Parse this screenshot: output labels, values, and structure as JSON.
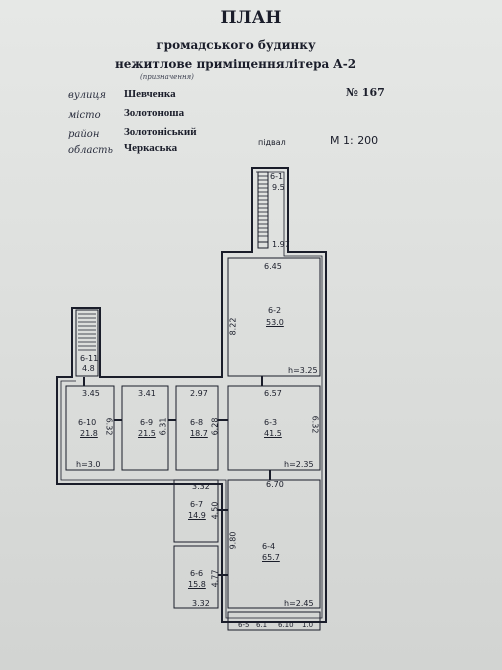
{
  "header": {
    "title": "ПЛАН",
    "subtitle": "громадського будинку",
    "purpose_line": "нежитлове приміщення",
    "purpose_caption": "(призначення)",
    "litera_label": "літера",
    "litera_value": "А-2",
    "number": "№ 167"
  },
  "address": {
    "street_label": "вулиця",
    "street_value": "Шевченка",
    "city_label": "місто",
    "city_value": "Золотоноша",
    "district_label": "район",
    "district_value": "Золотоніський",
    "region_label": "область",
    "region_value": "Черкаська"
  },
  "scale": "М 1: 200",
  "basement_label": "підвал",
  "rooms": [
    {
      "id": "6-1",
      "area": "9.5"
    },
    {
      "id": "6-2",
      "area": "53.0"
    },
    {
      "id": "6-3",
      "area": "41.5"
    },
    {
      "id": "6-4",
      "area": "65.7"
    },
    {
      "id": "6-5",
      "area": "6.1"
    },
    {
      "id": "6-6",
      "area": "15.8"
    },
    {
      "id": "6-7",
      "area": "14.9"
    },
    {
      "id": "6-8",
      "area": "18.7"
    },
    {
      "id": "6-9",
      "area": "21.5"
    },
    {
      "id": "6-10",
      "area": "21.8"
    },
    {
      "id": "6-11",
      "area": "4.8"
    }
  ],
  "dimensions": {
    "r1_width": "1.97",
    "r2_width": "6.45",
    "r2_height": "8.22",
    "r2_ceiling": "h=3.25",
    "r3_width": "6.57",
    "r3_height": "6.32",
    "r3_ceiling": "h=2.35",
    "r4_width": "6.70",
    "r4_height": "9.80",
    "r4_ceiling": "h=2.45",
    "r5_width": "6.10",
    "r5_depth": "1.0",
    "r6_width": "3.32",
    "r6_height": "4.77",
    "r7_width": "3.32",
    "r7_height": "4.50",
    "r8_width": "2.97",
    "r8_height": "6.28",
    "r9_width": "3.41",
    "r9_height": "6.31",
    "r10_width": "3.45",
    "r10_height": "6.32",
    "r10_ceiling": "h=3.0"
  }
}
